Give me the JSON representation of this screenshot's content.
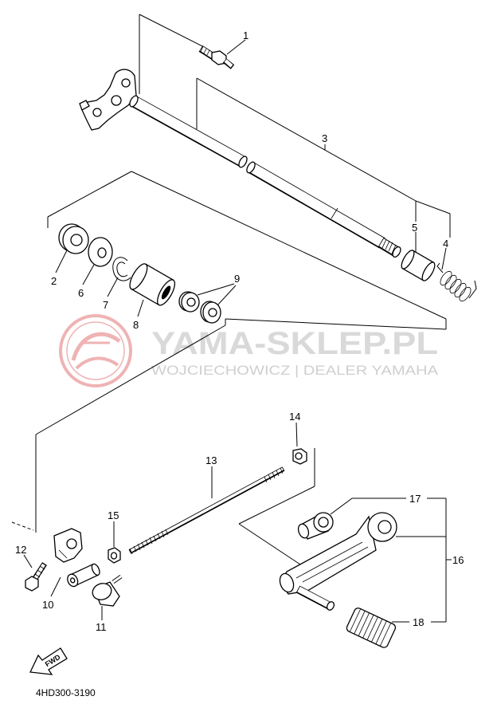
{
  "callouts": [
    "1",
    "2",
    "3",
    "4",
    "5",
    "6",
    "7",
    "8",
    "9",
    "10",
    "11",
    "12",
    "13",
    "14",
    "15",
    "16",
    "17",
    "18"
  ],
  "watermark": {
    "title": "YAMA-SKLEP.PL",
    "subtitle": "WOJCIECHOWICZ | DEALER YAMAHA"
  },
  "direction_marker": "FWD",
  "diagram_code": "4HD300-3190",
  "colors": {
    "line_art": "#000000",
    "watermark_logo": "#efb3b3",
    "watermark_text": "#d6d6d6",
    "background": "#ffffff"
  }
}
